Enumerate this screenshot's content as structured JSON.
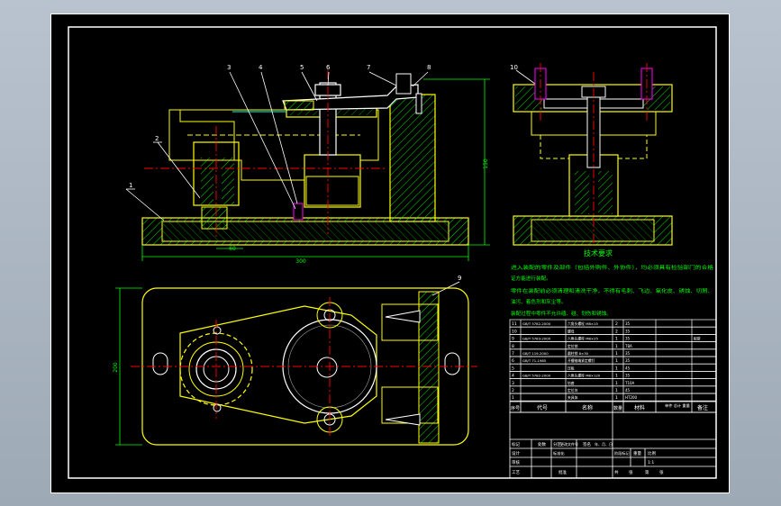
{
  "colors": {
    "background_outer": "#a9b3bf",
    "sheet": "#000000",
    "frame": "#ffffff",
    "part_outline": "#ffff00",
    "centerline": "#ff0000",
    "hatch": "#00ff00",
    "dimension": "#00ff00",
    "leader": "#ffffff",
    "cyan": "#00ffff",
    "tech_text": "#00ff00"
  },
  "balloons": [
    "1",
    "2",
    "3",
    "4",
    "5",
    "6",
    "7",
    "8",
    "9",
    "10"
  ],
  "dimensions": {
    "width_total": "300",
    "height_total": "150",
    "side_height": "200",
    "base_width": "60"
  },
  "tech_requirements": {
    "title": "技术要求",
    "lines": [
      "进入装配的零件及部件（包括外购件、外协件），均必须具有检验部门的合格",
      "证方能进行装配。",
      "零件在装配前必须清理和清洗干净，不得有毛刺、飞边、氧化皮、锈蚀、切屑、",
      "油污、着色剂和灰尘等。",
      "装配过程中零件不允许磕、碰、划伤和锈蚀。"
    ]
  },
  "bom": {
    "rows": [
      [
        "11",
        "GB/T 5782-2000",
        "六角头螺栓 M8×15",
        "2",
        "35",
        "",
        ""
      ],
      [
        "10",
        "",
        "螺母",
        "2",
        "35",
        "",
        ""
      ],
      [
        "9",
        "GB/T 5783-2000",
        "六角头螺栓 M8×25",
        "1",
        "35",
        "",
        "配做"
      ],
      [
        "8",
        "",
        "定位销",
        "1",
        "T8A",
        "",
        ""
      ],
      [
        "7",
        "GB/T 119-2000",
        "圆柱销 8×30",
        "1",
        "35",
        "",
        ""
      ],
      [
        "6",
        "GB/T 71-1985",
        "开槽锥端紧定螺钉",
        "1",
        "35",
        "",
        ""
      ],
      [
        "5",
        "",
        "压板",
        "1",
        "45",
        "",
        ""
      ],
      [
        "4",
        "GB/T 5782-2000",
        "六角头螺栓 M8×120",
        "1",
        "35",
        "",
        ""
      ],
      [
        "3",
        "",
        "钻套",
        "1",
        "T10A",
        "",
        ""
      ],
      [
        "2",
        "",
        "定位块",
        "1",
        "45",
        "",
        ""
      ],
      [
        "1",
        "",
        "夹具体",
        "1",
        "HT200",
        "",
        ""
      ]
    ],
    "header": {
      "seq": "序号",
      "code": "代号",
      "name": "名称",
      "qty": "数量",
      "material": "材料",
      "weight": "单件 总计 重量",
      "note": "备注"
    }
  },
  "title_block": {
    "mark": "标记",
    "count": "处数",
    "zone": "分区",
    "doc_no": "更改文件号",
    "sign": "签名",
    "date": "年、月、日",
    "design": "设计",
    "standard": "标准化",
    "review": "审核",
    "process": "工艺",
    "approve": "批准",
    "stage_mark": "阶段标记",
    "weight": "重量",
    "scale": "比例",
    "scale_value": "1:1",
    "total": "共",
    "sheet": "张",
    "page": "第",
    "page_sheet": "张"
  }
}
